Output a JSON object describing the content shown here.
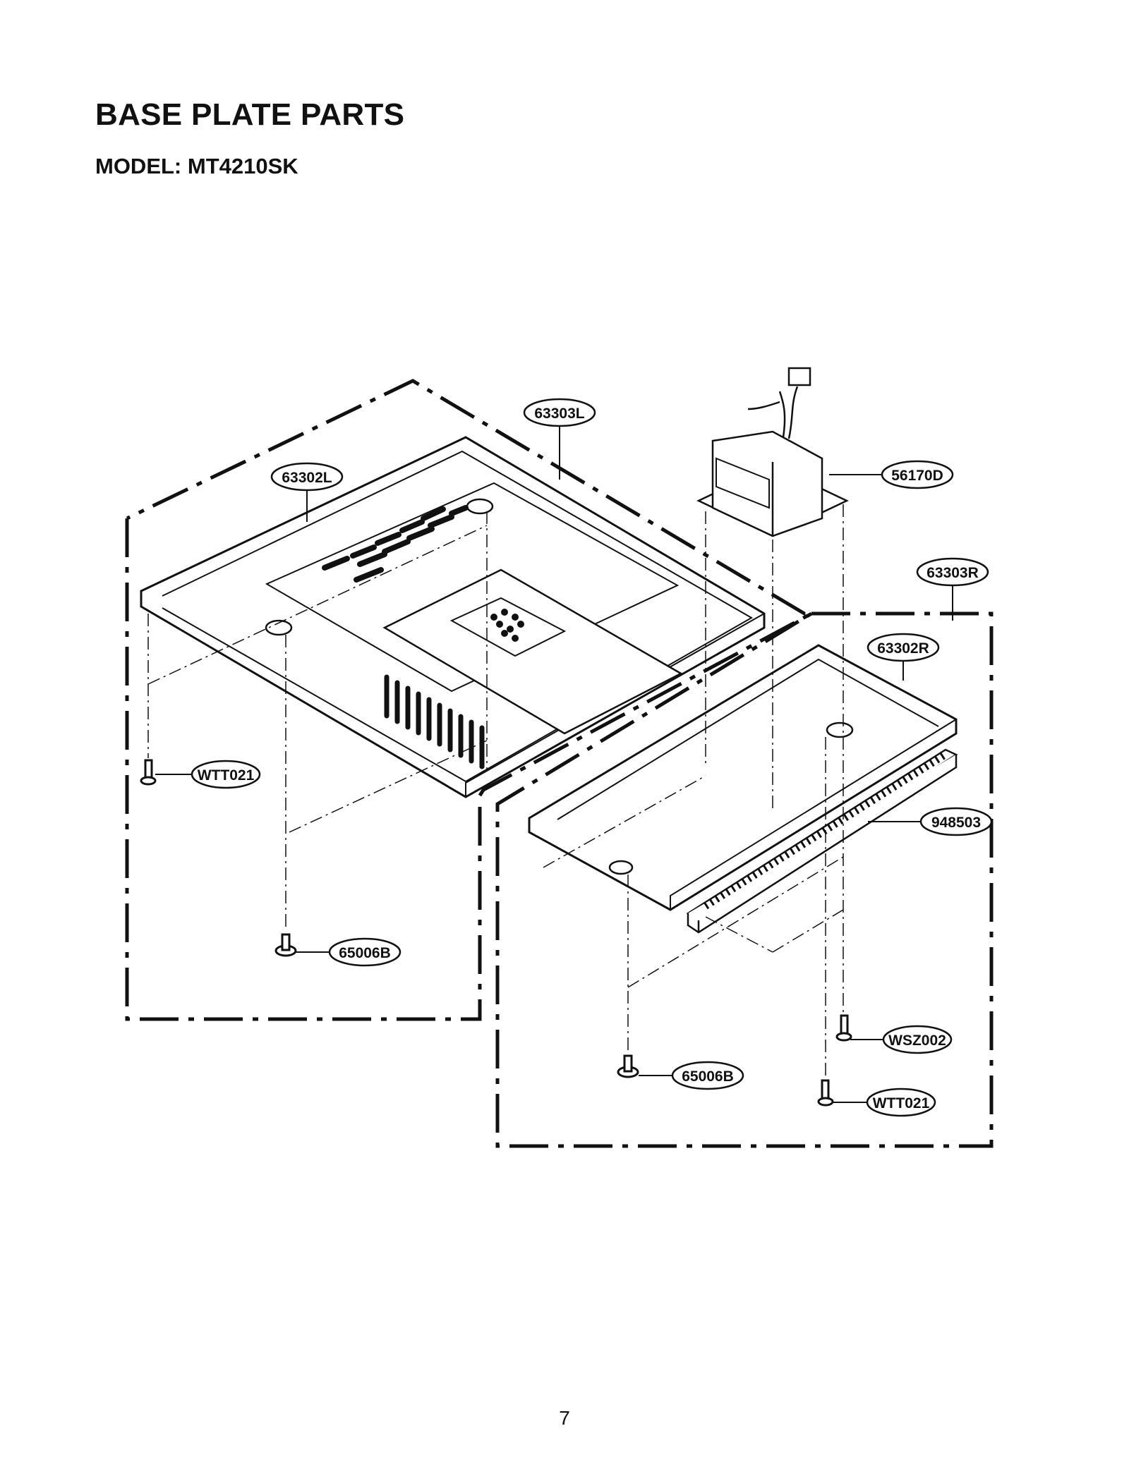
{
  "page": {
    "title": "BASE PLATE PARTS",
    "model": "MODEL: MT4210SK",
    "page_number": "7"
  },
  "callouts": [
    {
      "id": "63303L",
      "text": "63303L"
    },
    {
      "id": "63302L",
      "text": "63302L"
    },
    {
      "id": "56170D",
      "text": "56170D"
    },
    {
      "id": "63303R",
      "text": "63303R"
    },
    {
      "id": "63302R",
      "text": "63302R"
    },
    {
      "id": "948503",
      "text": "948503"
    },
    {
      "id": "WTT021-left",
      "text": "WTT021"
    },
    {
      "id": "65006B-left",
      "text": "65006B"
    },
    {
      "id": "WSZ002",
      "text": "WSZ002"
    },
    {
      "id": "65006B-right",
      "text": "65006B"
    },
    {
      "id": "WTT021-right",
      "text": "WTT021"
    }
  ]
}
